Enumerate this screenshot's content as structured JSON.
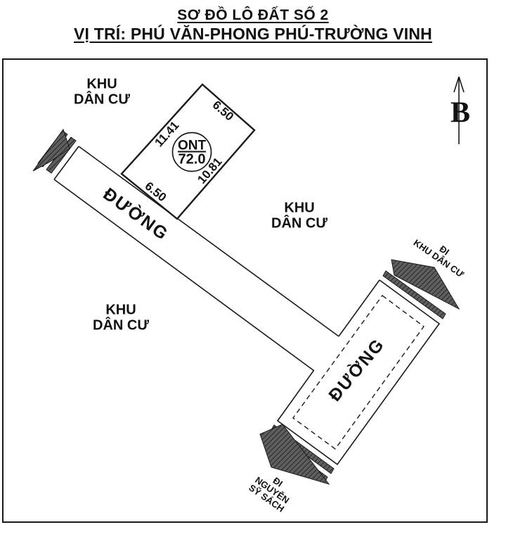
{
  "colors": {
    "ink": "#1a1a1a",
    "arrow_fill": "#5f5f5f",
    "background": "#ffffff"
  },
  "title": {
    "line1": "SƠ ĐỒ LÔ ĐẤT SỐ 2",
    "line2": "VỊ TRÍ: PHÚ VĂN-PHONG PHÚ-TRƯỜNG VINH"
  },
  "north": {
    "label": "B"
  },
  "parcel": {
    "land_use_code": "ONT",
    "area": "72.0",
    "dimensions": {
      "top_right_edge": "6.50",
      "top_left_edge": "11.41",
      "bottom_right_edge": "10.81",
      "bottom_left_edge": "6.50"
    }
  },
  "roads": {
    "road_label": "ĐƯỜNG"
  },
  "areas": {
    "residential_line1": "KHU",
    "residential_line2": "DÂN CƯ"
  },
  "directions": {
    "to_residential": {
      "line1": "ĐI",
      "line2": "KHU DÂN CƯ"
    },
    "to_street": {
      "line1": "ĐI",
      "line2": "NGUYỄN",
      "line3": "SỸ SÁCH"
    }
  }
}
